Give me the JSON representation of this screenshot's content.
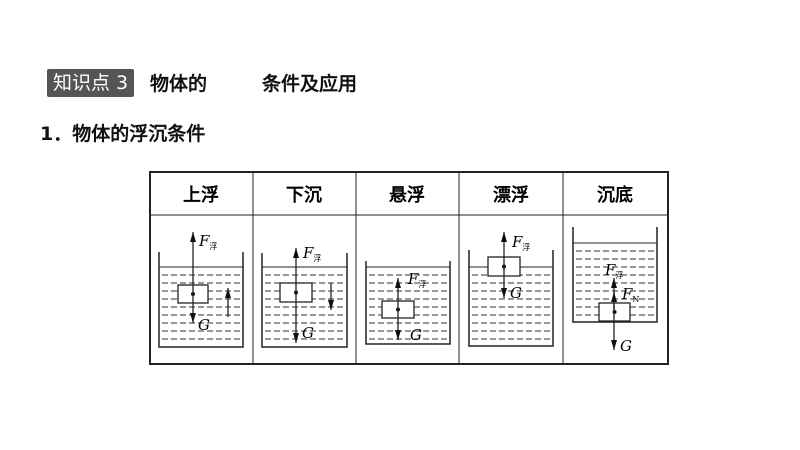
{
  "heading": {
    "tag": "知识点 3",
    "title_part1": "物体的",
    "title_part2": "条件及应用"
  },
  "subheading": "1．物体的浮沉条件",
  "table": {
    "columns": [
      "上浮",
      "下沉",
      "悬浮",
      "漂浮",
      "沉底"
    ],
    "labels": {
      "F": "F",
      "buoyancy_sub": "浮",
      "G": "G",
      "N_sub": "N"
    }
  }
}
